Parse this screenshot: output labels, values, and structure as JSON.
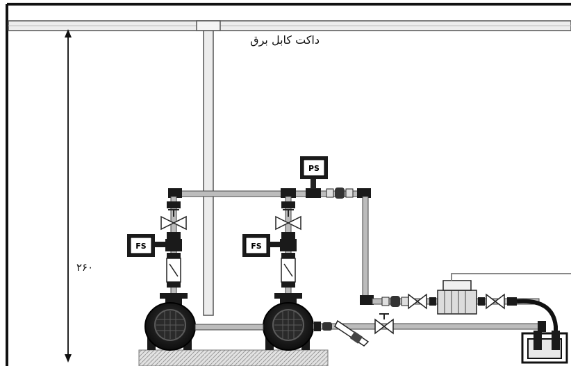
{
  "labels": {
    "duct": "داکت کابل برق",
    "height": "۲۶۰"
  },
  "devices": {
    "pressure_switch": "PS",
    "flow_switch_left": "FS",
    "flow_switch_right": "FS"
  },
  "colors": {
    "outline": "#111111",
    "pipe_fill": "#b8b8b8",
    "pipe_dark": "#1a1a1a",
    "duct_fill": "#eaeaea",
    "base_fill": "#dddddd"
  }
}
